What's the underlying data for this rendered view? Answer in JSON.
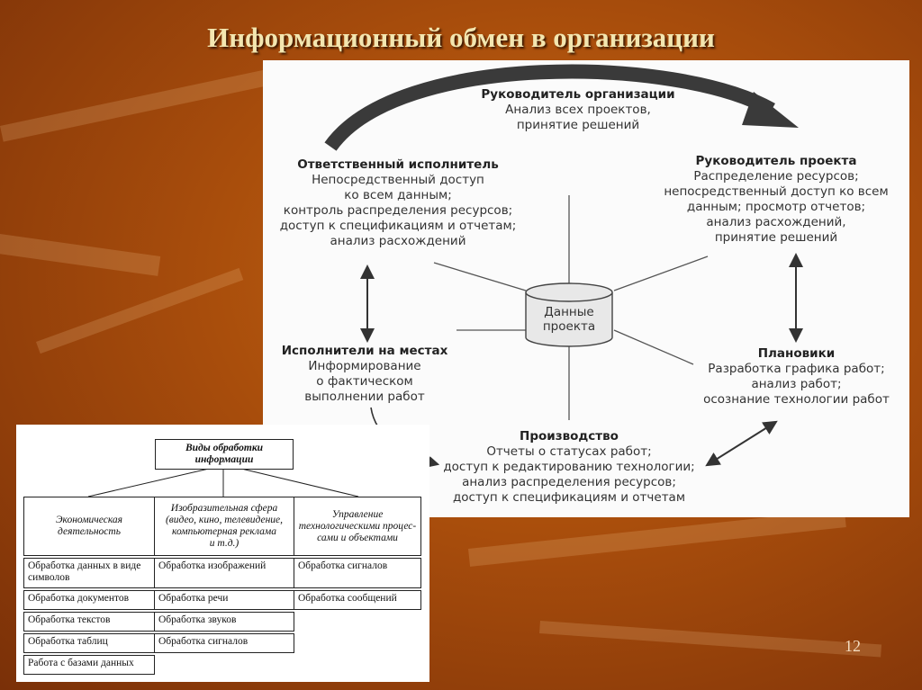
{
  "title": "Информационный обмен в организации",
  "page_number": "12",
  "diagram": {
    "center": [
      "Данные",
      "проекта"
    ],
    "org_head": {
      "head": "Руководитель организации",
      "lines": [
        "Анализ всех проектов,",
        "принятие решений"
      ]
    },
    "responsible": {
      "head": "Ответственный исполнитель",
      "lines": [
        "Непосредственный доступ",
        "ко всем данным;",
        "контроль распределения ресурсов;",
        "доступ к спецификациям и отчетам;",
        "анализ расхождений"
      ]
    },
    "project_head": {
      "head": "Руководитель проекта",
      "lines": [
        "Распределение ресурсов;",
        "непосредственный доступ ко всем",
        "данным; просмотр отчетов;",
        "анализ расхождений,",
        "принятие решений"
      ]
    },
    "local_workers": {
      "head": "Исполнители на местах",
      "lines": [
        "Информирование",
        "о фактическом",
        "выполнении работ"
      ]
    },
    "planners": {
      "head": "Плановики",
      "lines": [
        "Разработка графика работ;",
        "анализ работ;",
        "осознание технологии работ"
      ]
    },
    "production": {
      "head": "Производство",
      "lines": [
        "Отчеты о статусах работ;",
        "доступ к редактированию технологии;",
        "анализ распределения ресурсов;",
        "доступ к спецификациям и отчетам"
      ]
    }
  },
  "table": {
    "root": [
      "Виды обработки",
      "информации"
    ],
    "columns": [
      {
        "header": [
          "Экономическая",
          "деятельность"
        ],
        "items": [
          "Обработка данных в виде символов",
          "Обработка документов",
          "Обработка текстов",
          "Обработка таблиц",
          "Работа с базами данных"
        ]
      },
      {
        "header": [
          "Изобразительная сфера",
          "(видео, кино, телевидение,",
          "компьютерная реклама",
          "и т.д.)"
        ],
        "items": [
          "Обработка изображений",
          "Обработка речи",
          "Обработка звуков",
          "Обработка сигналов"
        ]
      },
      {
        "header": [
          "Управление",
          "технологическими процес-",
          "сами и объектами"
        ],
        "items": [
          "Обработка сигналов",
          "Обработка сообщений"
        ]
      }
    ]
  }
}
